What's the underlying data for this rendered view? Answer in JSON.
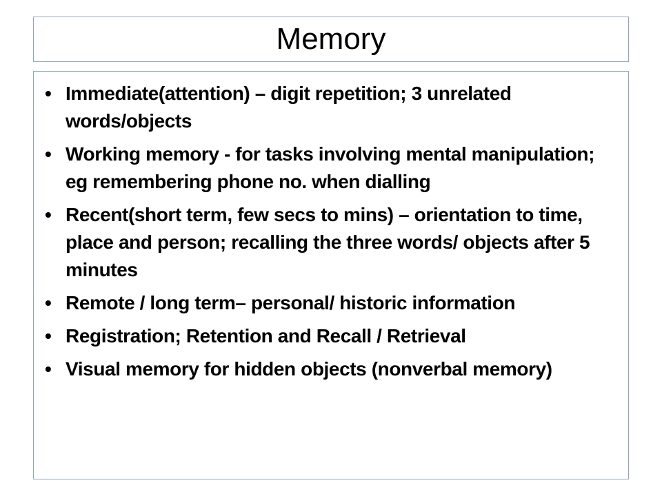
{
  "slide": {
    "title": "Memory",
    "bullet_glyph": "•",
    "bullets": [
      "Immediate(attention) – digit repetition; 3 unrelated words/objects",
      "Working memory - for tasks involving mental manipulation; eg remembering phone no. when dialling",
      "Recent(short term, few secs to mins) – orientation to time, place and person; recalling the three words/ objects  after 5 minutes",
      "Remote / long term– personal/ historic  information",
      "Registration; Retention and Recall / Retrieval",
      "Visual memory for hidden objects (nonverbal memory)"
    ]
  }
}
